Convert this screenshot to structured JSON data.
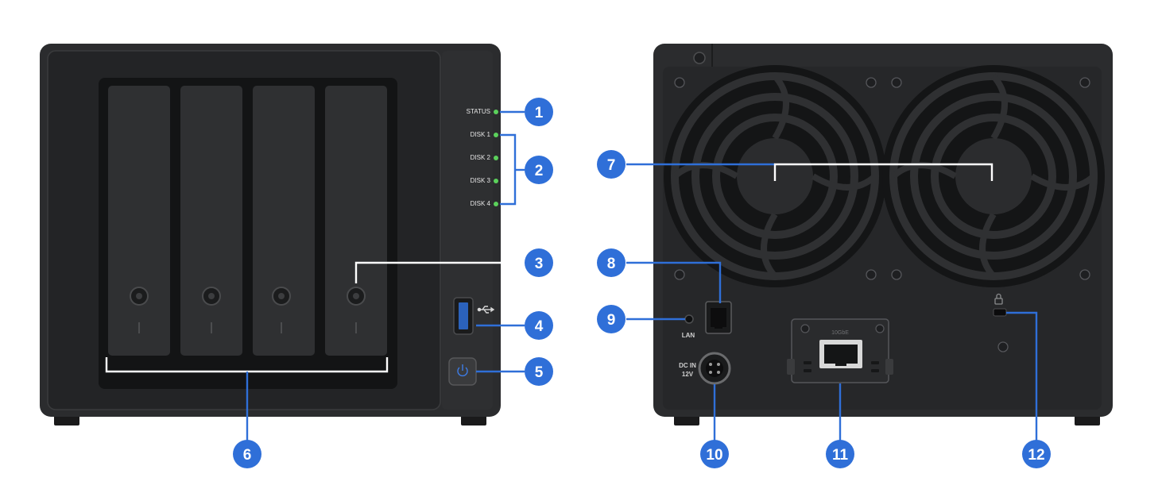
{
  "front_panel": {
    "led_labels": [
      "STATUS",
      "DISK 1",
      "DISK 2",
      "DISK 3",
      "DISK 4"
    ],
    "usb_symbol": "usb-icon",
    "power_symbol": "power-icon"
  },
  "rear_panel": {
    "lan_label": "LAN",
    "dc_in_label_line1": "DC IN",
    "dc_in_label_line2": "12V",
    "expansion_label": "10GbE"
  },
  "callouts": [
    "1",
    "2",
    "3",
    "4",
    "5",
    "6",
    "7",
    "8",
    "9",
    "10",
    "11",
    "12"
  ],
  "colors": {
    "chassis": "#2b2c2e",
    "bezel": "#1e1f21",
    "badge": "#2f6fd8",
    "led": "#5bd15b",
    "background": "#ffffff"
  }
}
